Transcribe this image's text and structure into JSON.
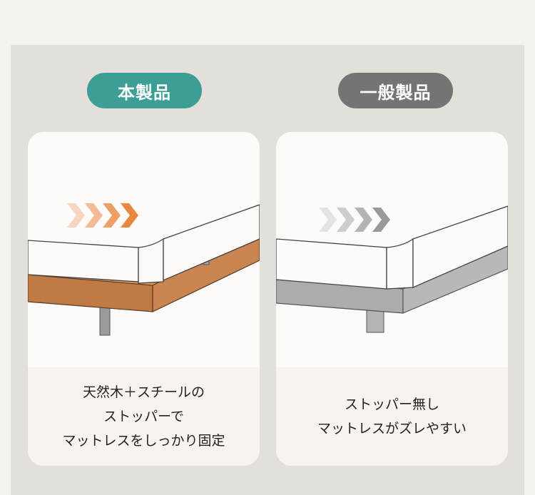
{
  "colors": {
    "accent_teal": "#3d9e96",
    "neutral_gray": "#757373",
    "wood": "#c07a45",
    "steel_gray": "#a8a8a8"
  },
  "product": {
    "badge": "本製品",
    "caption_lines": [
      "天然木＋スチールの",
      "ストッパーで",
      "マットレスをしっかり固定"
    ]
  },
  "generic": {
    "badge": "一般製品",
    "caption_lines": [
      "ストッパー無し",
      "マットレスがズレやすい"
    ]
  }
}
